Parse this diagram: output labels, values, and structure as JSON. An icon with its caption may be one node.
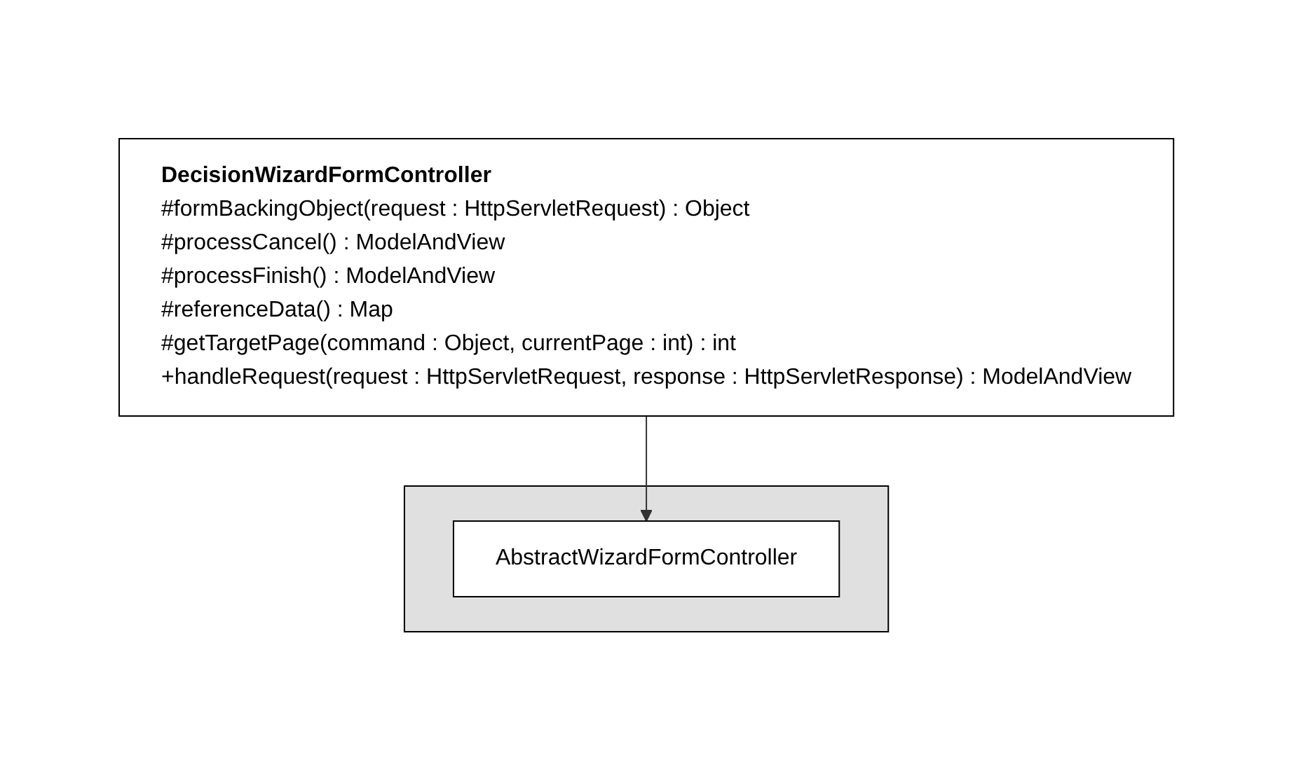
{
  "diagram": {
    "nodes": [
      {
        "text": [],
        "shape": "folder"
      },
      {
        "text": [
          "AbstractWizardFormController"
        ],
        "in": 0
      },
      {
        "text": [
          "DecisionWizardFormController",
          "#formBackingObject(request : HttpServletRequest) : Object",
          "#processCancel() : ModelAndView",
          "#processFinish() : ModelAndView",
          "#referenceData() : Map",
          "#getTargetPage(command : Object, currentPage : int) : int",
          "+handleRequest(request : HttpServletRequest, response : HttpServletResponse) : ModelAndView"
        ]
      }
    ],
    "edges": [
      {
        "from": 2,
        "to": 1,
        "arrow": "to"
      }
    ]
  }
}
